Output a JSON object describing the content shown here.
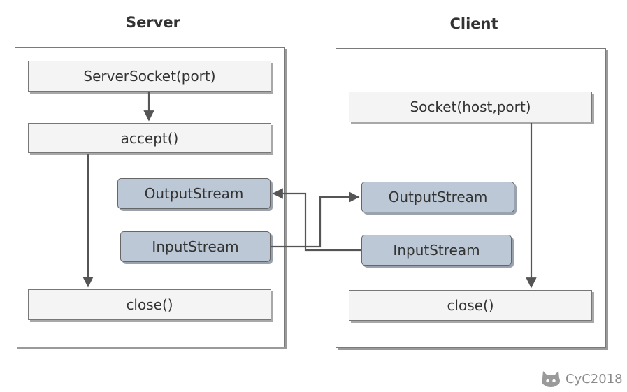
{
  "server": {
    "title": "Server",
    "server_socket": "ServerSocket(port)",
    "accept": "accept()",
    "output_stream": "OutputStream",
    "input_stream": "InputStream",
    "close": "close()"
  },
  "client": {
    "title": "Client",
    "socket": "Socket(host,port)",
    "output_stream": "OutputStream",
    "input_stream": "InputStream",
    "close": "close()"
  },
  "footer": {
    "icon": "github-cat-icon",
    "author": "CyC2018"
  }
}
